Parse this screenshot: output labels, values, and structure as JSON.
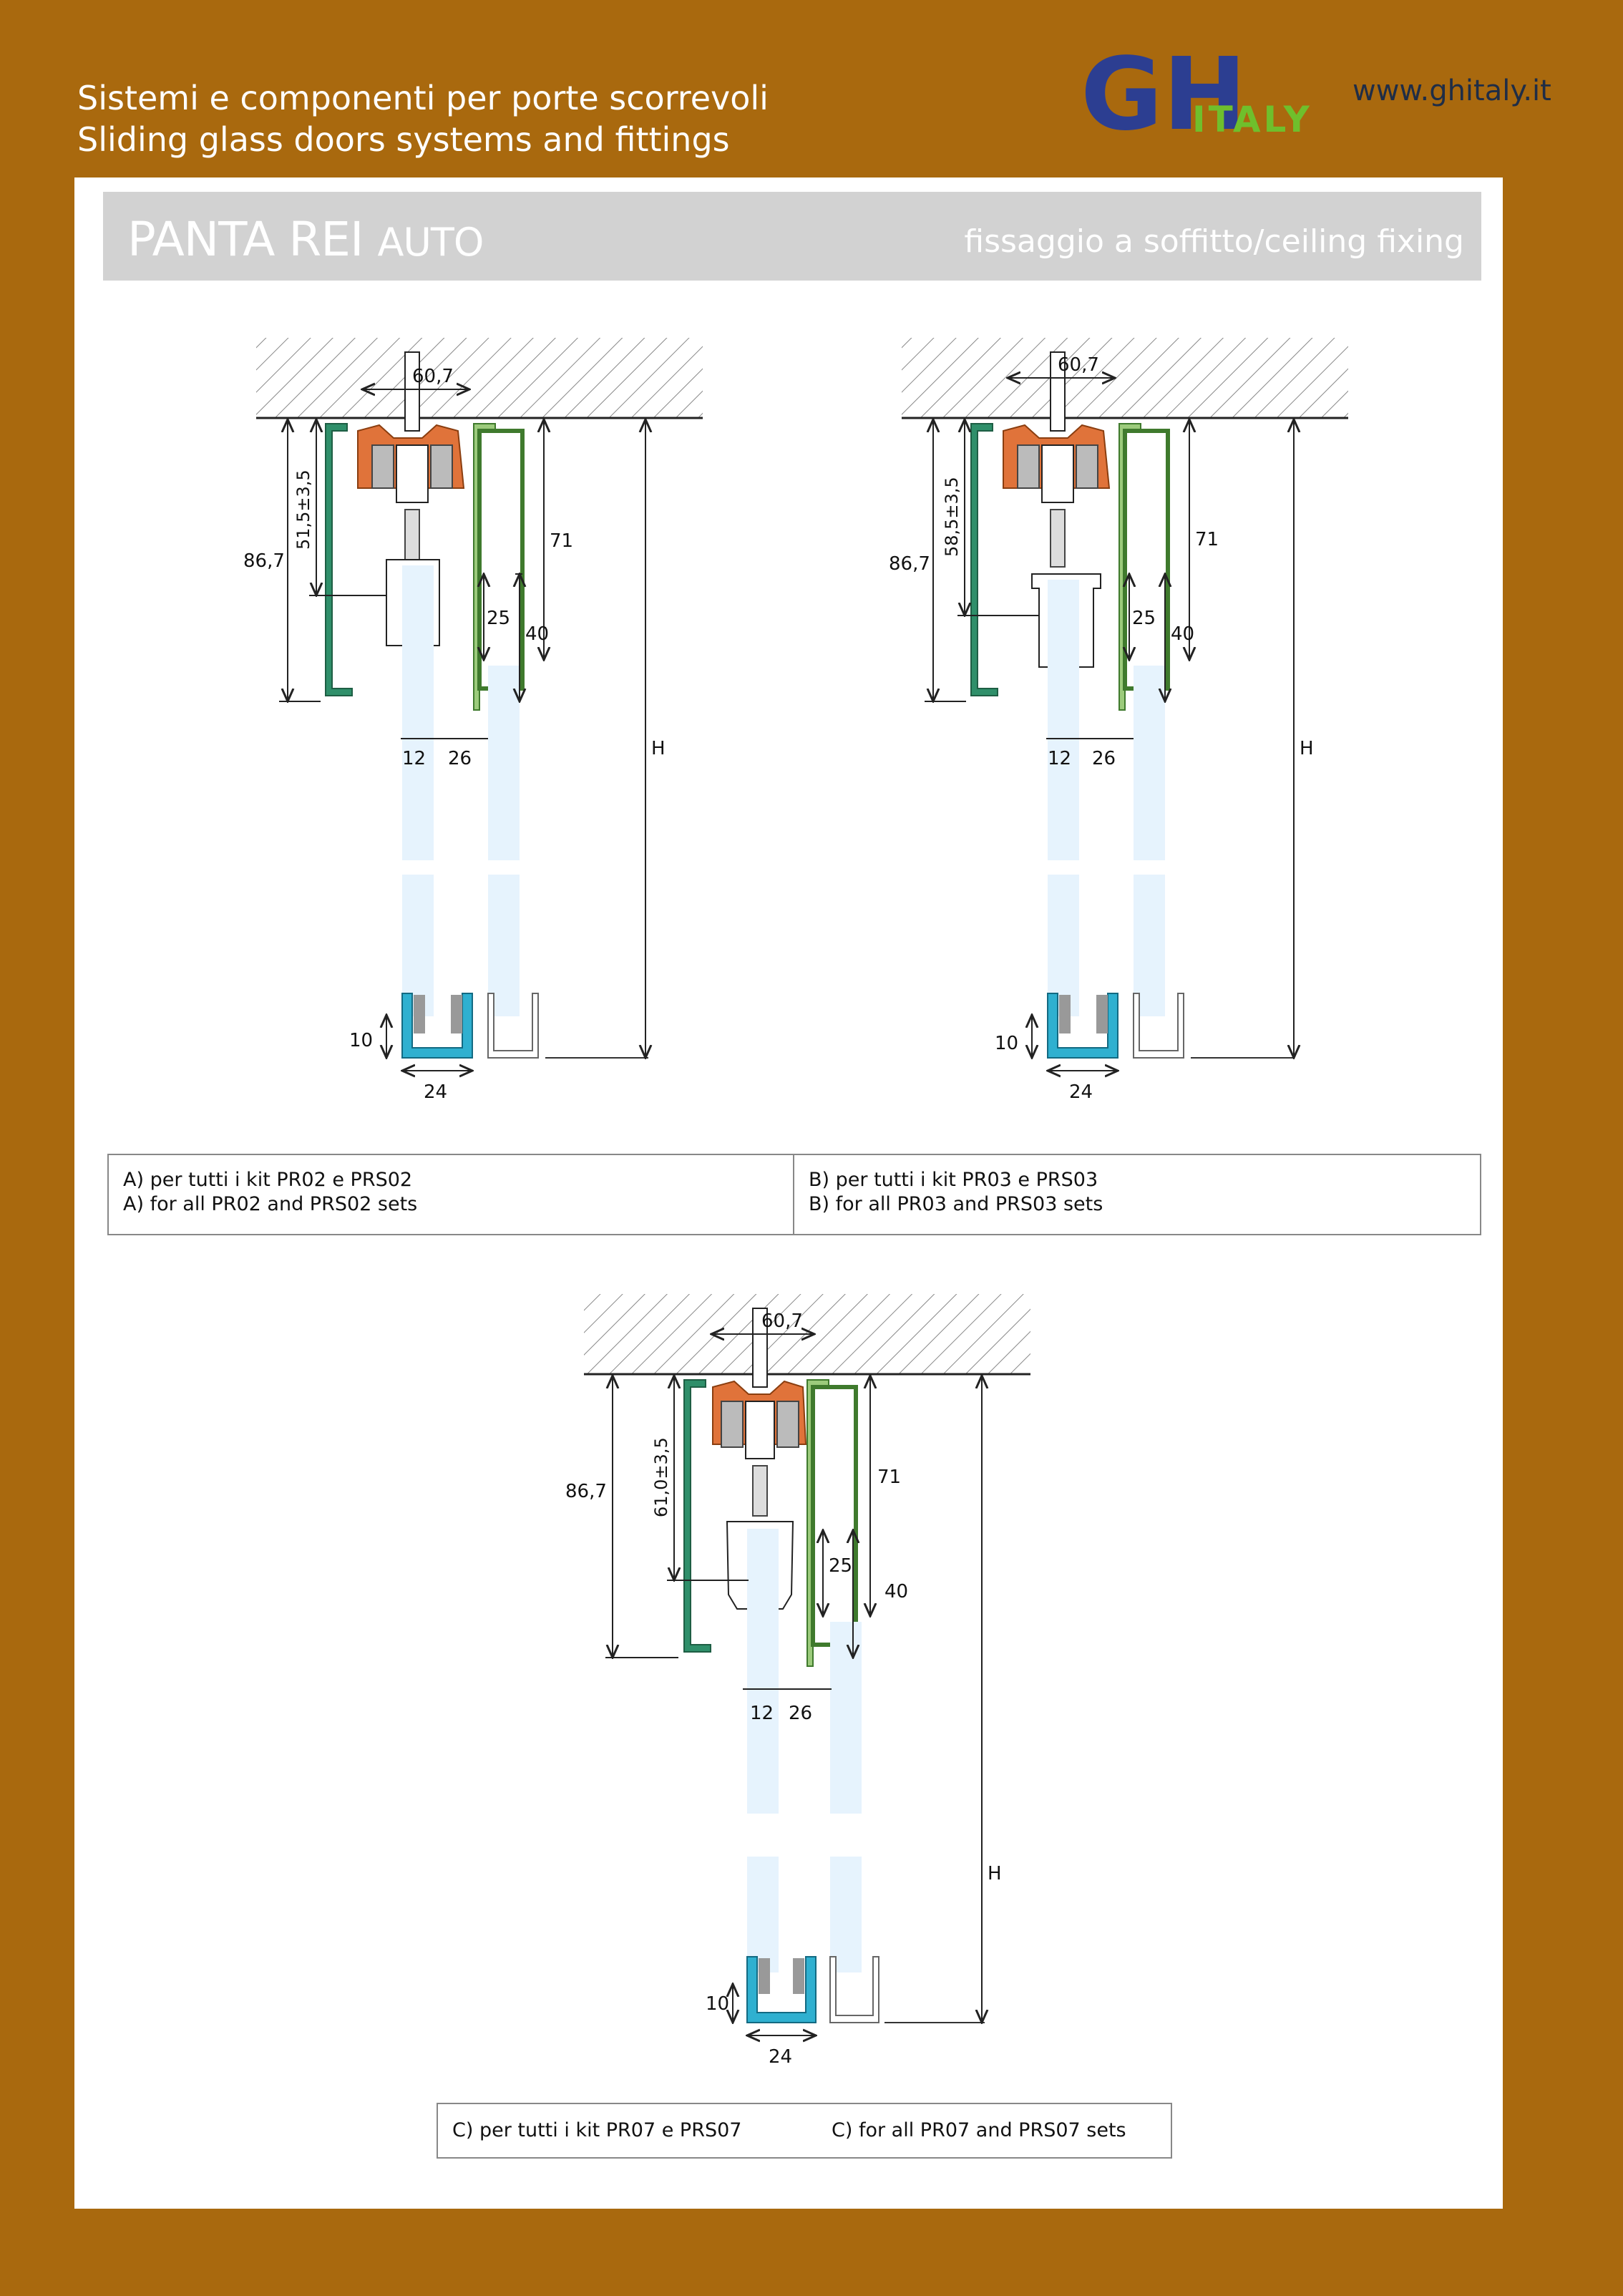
{
  "header": {
    "tagline_it": "Sistemi e componenti per porte scorrevoli",
    "tagline_en": "Sliding glass doors systems and fittings",
    "logo_gh": "GH",
    "logo_italy": "ITALY",
    "website": "www.ghitaly.it"
  },
  "title": {
    "product": "PANTA REI",
    "product_suffix": "AUTO",
    "fixing": "fissaggio a soffitto/ceiling fixing"
  },
  "diagrams": {
    "a": {
      "d_top": "60,7",
      "d_tol": "51,5±3,5",
      "d_total": "86,7",
      "d_71": "71",
      "d_40": "40",
      "d_25": "25",
      "d_12": "12",
      "d_26": "26",
      "d_h": "H",
      "d_10": "10",
      "d_24": "24"
    },
    "b": {
      "d_top": "60,7",
      "d_tol": "58,5±3,5",
      "d_total": "86,7",
      "d_71": "71",
      "d_40": "40",
      "d_25": "25",
      "d_12": "12",
      "d_26": "26",
      "d_h": "H",
      "d_10": "10",
      "d_24": "24"
    },
    "c": {
      "d_top": "60,7",
      "d_tol": "61,0±3,5",
      "d_total": "86,7",
      "d_71": "71",
      "d_40": "40",
      "d_25": "25",
      "d_12": "12",
      "d_26": "26",
      "d_h": "H",
      "d_10": "10",
      "d_24": "24"
    }
  },
  "captions": {
    "a_it": "A) per tutti i kit PR02 e PRS02",
    "a_en": "A) for all PR02 and PRS02 sets",
    "b_it": "B) per tutti i kit PR03 e PRS03",
    "b_en": "B) for all PR03 and PRS03 sets",
    "c_it": "C) per tutti i kit PR07 e PRS07",
    "c_en": "C) for all PR07 and PRS07 sets"
  },
  "colors": {
    "background": "#a9690e",
    "title_bar": "#d2d2d2",
    "profile_green": "#2f8f6a",
    "carriage_orange": "#e0733a",
    "floor_guide_cyan": "#2fb0d0",
    "glass": "#e6f3fd",
    "logo_blue": "#2c3e91",
    "logo_green": "#6fbf2c"
  }
}
